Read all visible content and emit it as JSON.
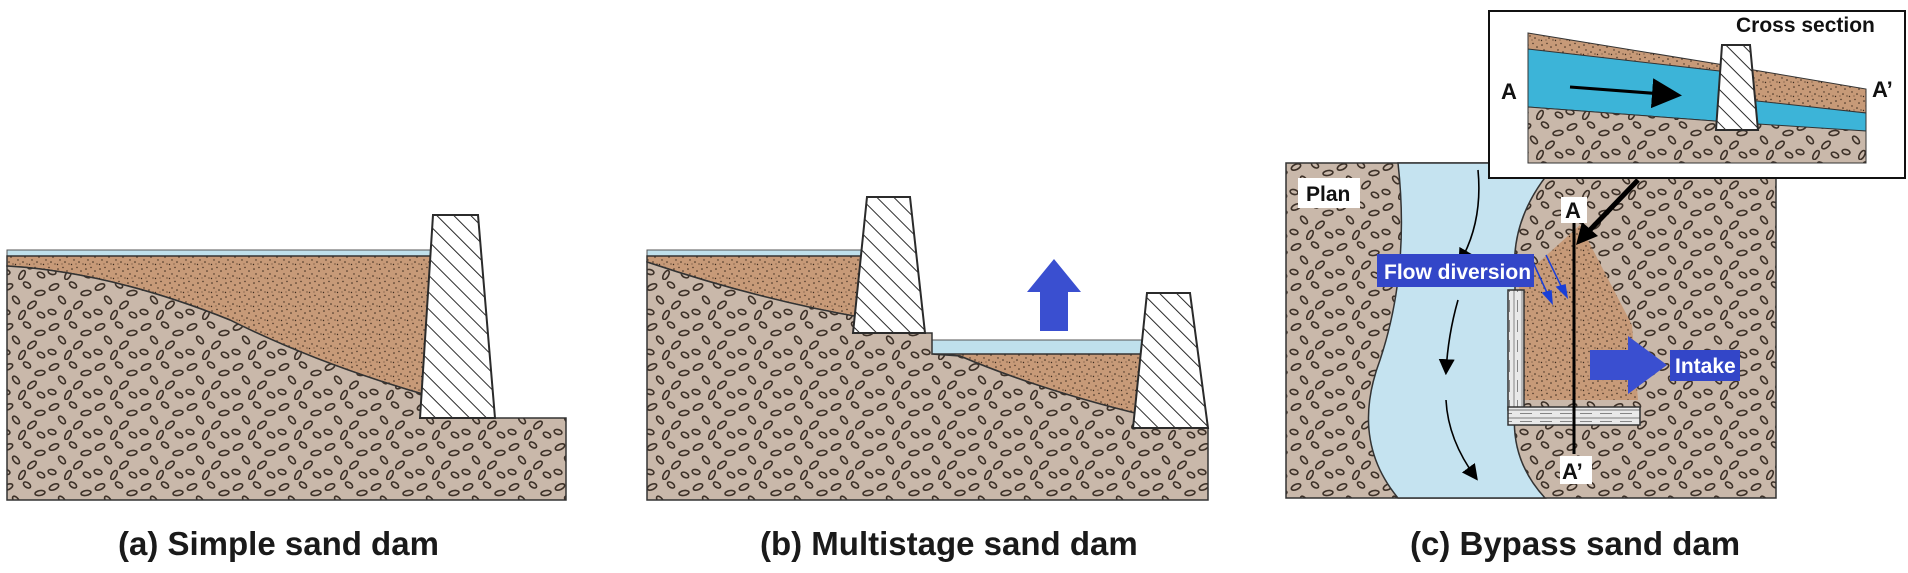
{
  "captions": {
    "a": "(a) Simple sand dam",
    "b": "(b) Multistage sand dam",
    "c": "(c) Bypass sand dam"
  },
  "plan": {
    "label": "Plan",
    "flow_label": "Flow diversion",
    "intake_label": "Intake",
    "section_top": "A",
    "section_bottom": "A’"
  },
  "cross_section": {
    "title": "Cross section",
    "left_label": "A",
    "right_label": "A’"
  },
  "colors": {
    "bedrock": "#c9b8aa",
    "sand": "#c79a78",
    "water_surface": "#bfe0ec",
    "river": "#c5e3f0",
    "cross_section_water": "#3cb4d8",
    "arrow_blue": "#3a4fd0",
    "label_box_blue": "#3346c8"
  },
  "icons": {
    "raise_arrow": "up-arrow-icon",
    "intake_arrow": "right-arrow-icon"
  }
}
